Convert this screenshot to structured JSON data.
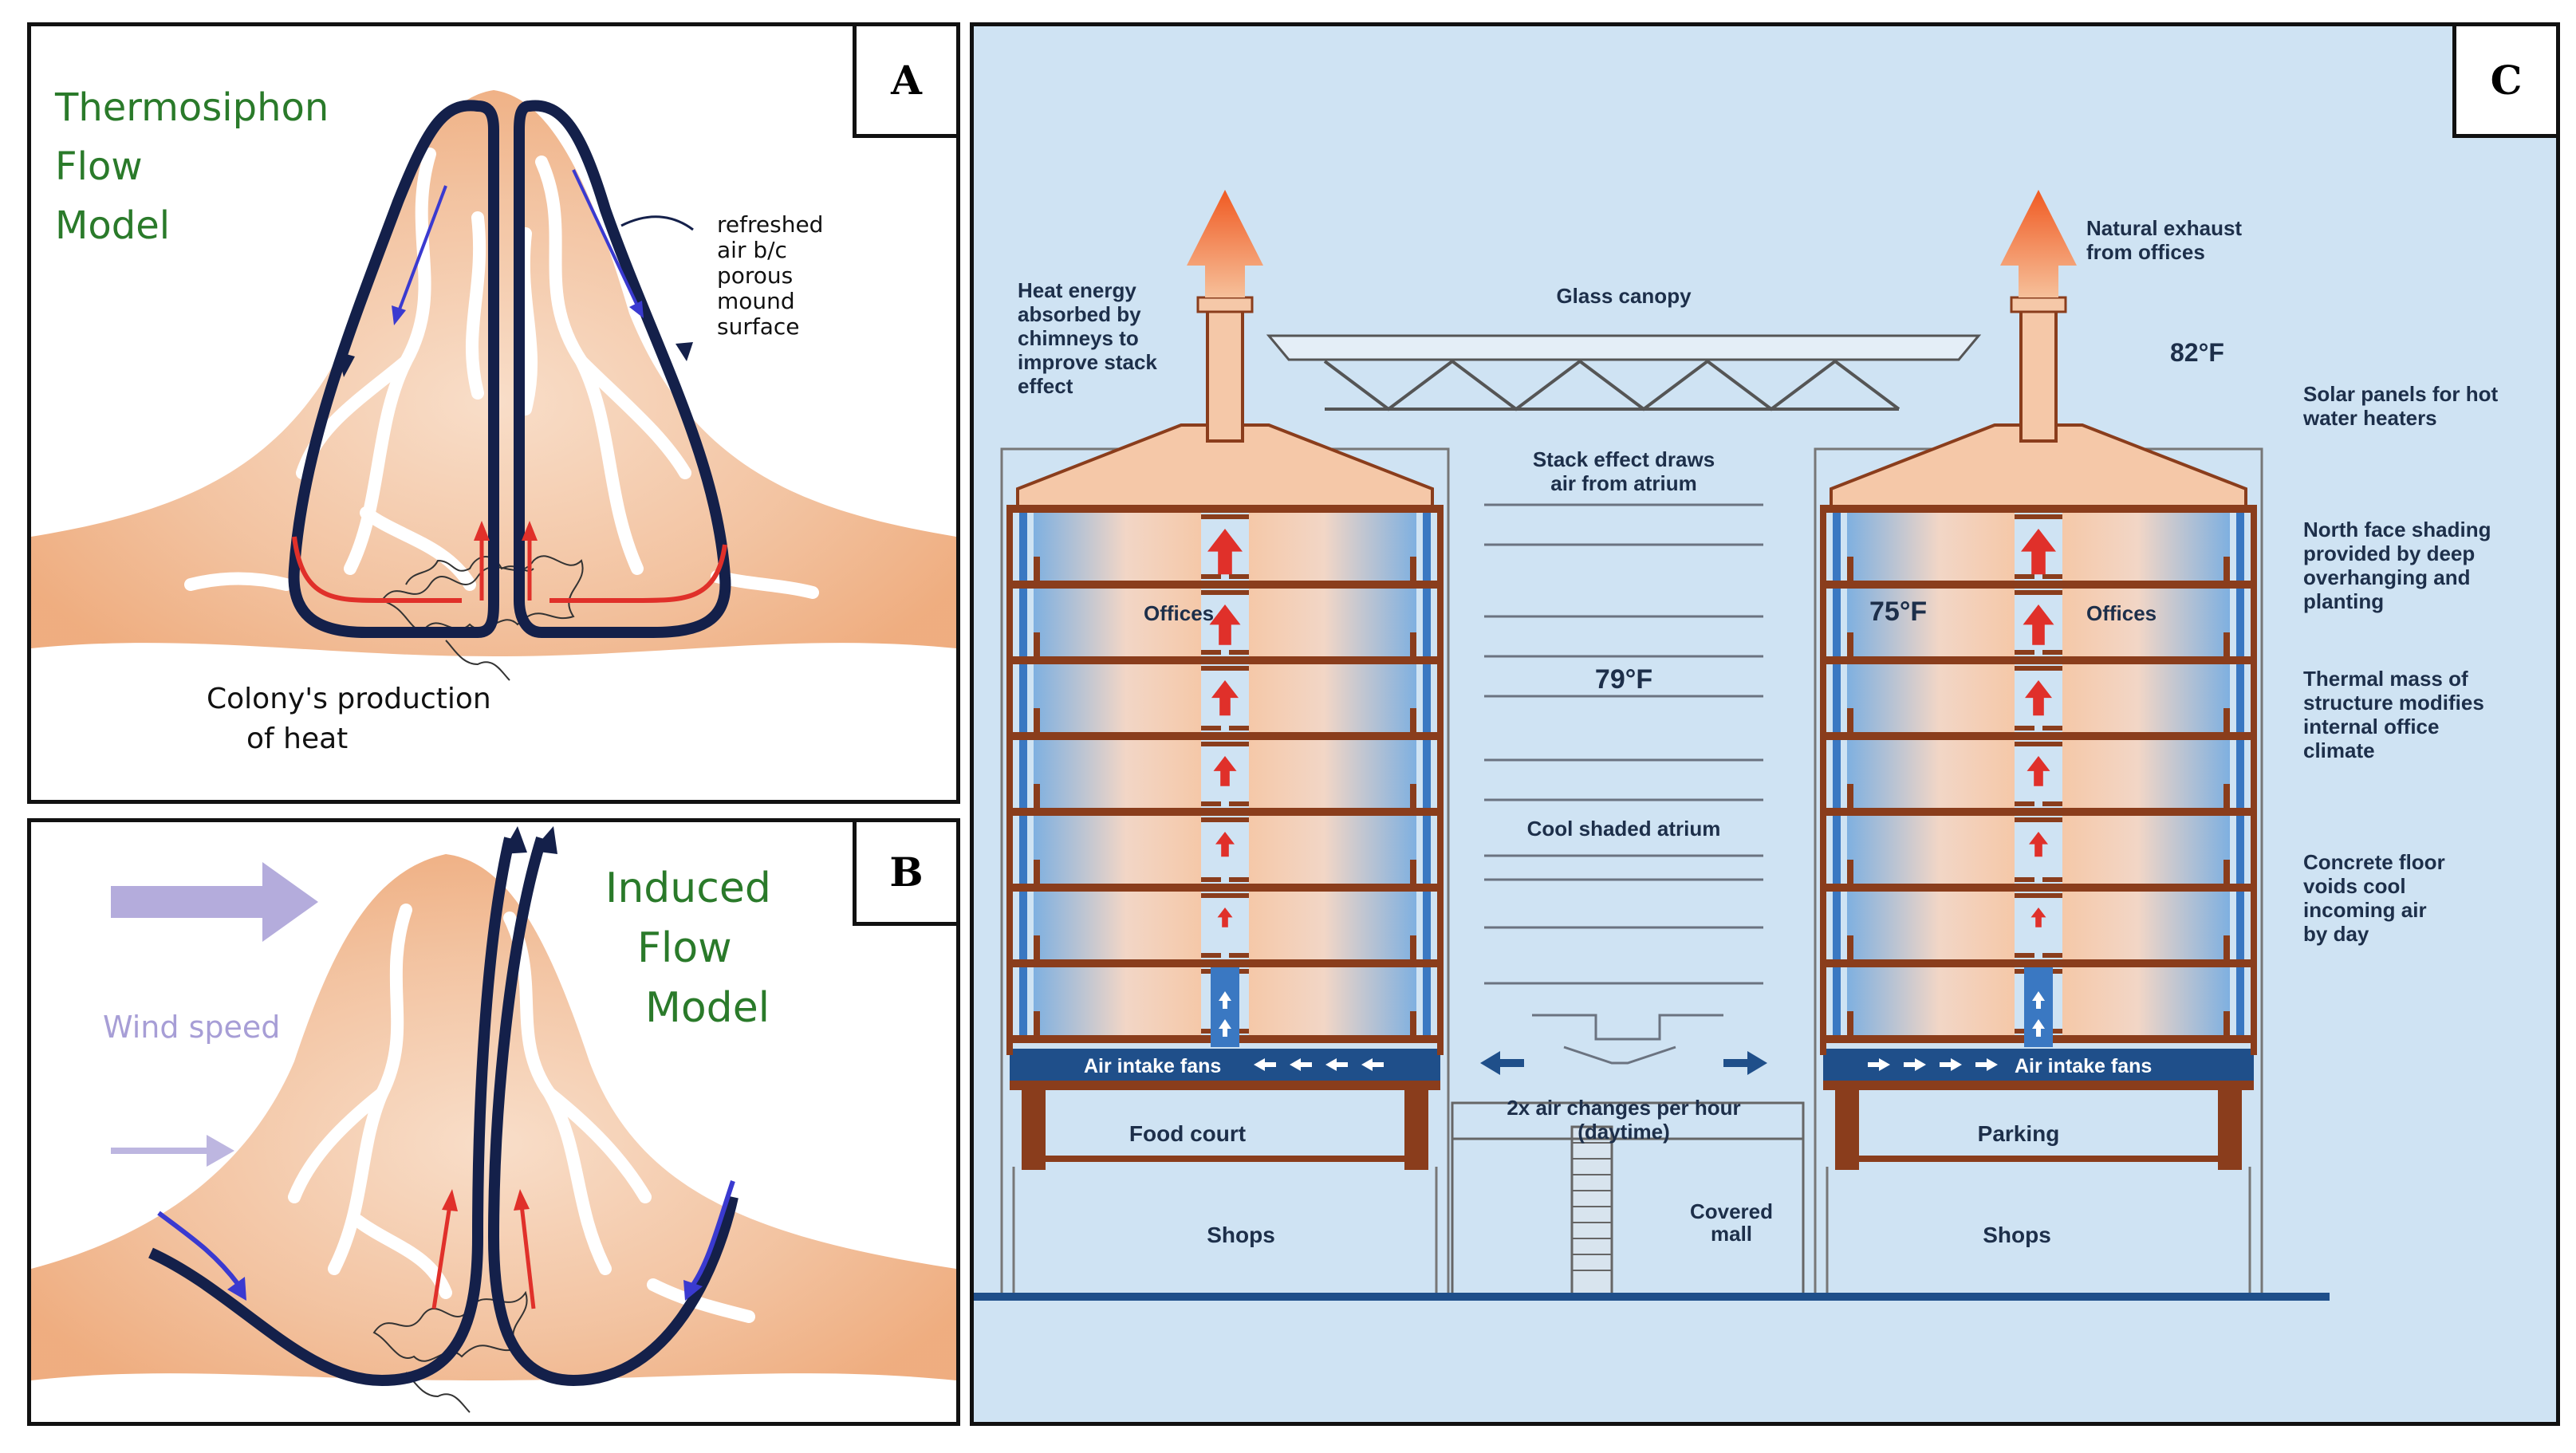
{
  "panel_a": {
    "letter": "A",
    "title_lines": [
      "Thermosiphon",
      "Flow",
      "Model"
    ],
    "note_lines": [
      "refreshed",
      "air b/c",
      "porous",
      "mound",
      "surface"
    ],
    "heat_lines": [
      "Colony's production",
      "of heat"
    ]
  },
  "panel_b": {
    "letter": "B",
    "title_lines": [
      "Induced",
      "Flow",
      "Model"
    ],
    "wind_label": "Wind speed"
  },
  "panel_c": {
    "letter": "C",
    "chimney_left_lines": [
      "Heat energy",
      "absorbed by",
      "chimneys to",
      "improve stack",
      "effect"
    ],
    "canopy": "Glass canopy",
    "exhaust_lines": [
      "Natural exhaust",
      "from offices"
    ],
    "temp_outside": "82°F",
    "stack_lines": [
      "Stack effect draws",
      "air from atrium"
    ],
    "temp_atrium": "79°F",
    "temp_office": "75°F",
    "atrium": "Cool shaded atrium",
    "offices_left": "Offices",
    "offices_right": "Offices",
    "fans_left": "Air intake fans",
    "fans_right": "Air intake fans",
    "air_changes_lines": [
      "2x air changes per hour",
      "(daytime)"
    ],
    "food_court": "Food court",
    "parking": "Parking",
    "shops_left": "Shops",
    "shops_right": "Shops",
    "mall_lines": [
      "Covered",
      "mall"
    ],
    "side_notes": [
      [
        "Solar panels for hot",
        "water heaters"
      ],
      [
        "North face shading",
        "provided by deep",
        "overhanging and",
        "planting"
      ],
      [
        "Thermal mass of",
        "structure modifies",
        "internal office",
        "climate"
      ],
      [
        "Concrete floor",
        "voids cool",
        "incoming air",
        "by day"
      ]
    ]
  },
  "colors": {
    "mound": "#efb88f",
    "flow_dark": "#14204a",
    "heat_red": "#e0302a",
    "flow_blue": "#3a3ad0",
    "title_green": "#2a7a2a",
    "wind": "#a79ed6",
    "sky": "#cfe3f3",
    "structure": "#8a3d1c",
    "window_blue": "#7fb0e0",
    "arrow_orange": "#f06a2a",
    "fan_band": "#1f4f8a"
  }
}
